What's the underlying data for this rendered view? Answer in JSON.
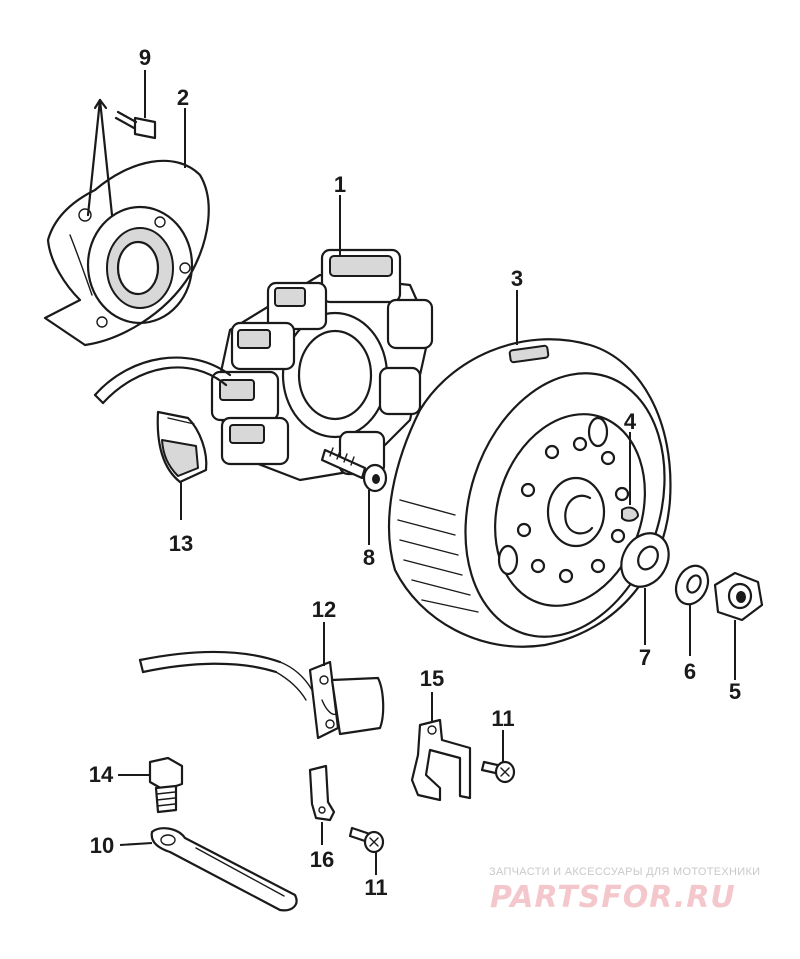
{
  "callouts": {
    "c1": "1",
    "c2": "2",
    "c3": "3",
    "c4": "4",
    "c5": "5",
    "c6": "6",
    "c7": "7",
    "c8": "8",
    "c9": "9",
    "c10": "10",
    "c11a": "11",
    "c11b": "11",
    "c12": "12",
    "c13": "13",
    "c14": "14",
    "c15": "15",
    "c16": "16"
  },
  "watermark": {
    "tagline": "ЗАПЧАСТИ И АКСЕССУАРЫ ДЛЯ МОТОТЕХНИКИ",
    "brand": "PARTSFOR.RU"
  },
  "colors": {
    "line": "#1a1a1a",
    "background": "#ffffff",
    "watermark_brand": "#f3c7cb",
    "watermark_tagline": "#c9c9c9"
  }
}
